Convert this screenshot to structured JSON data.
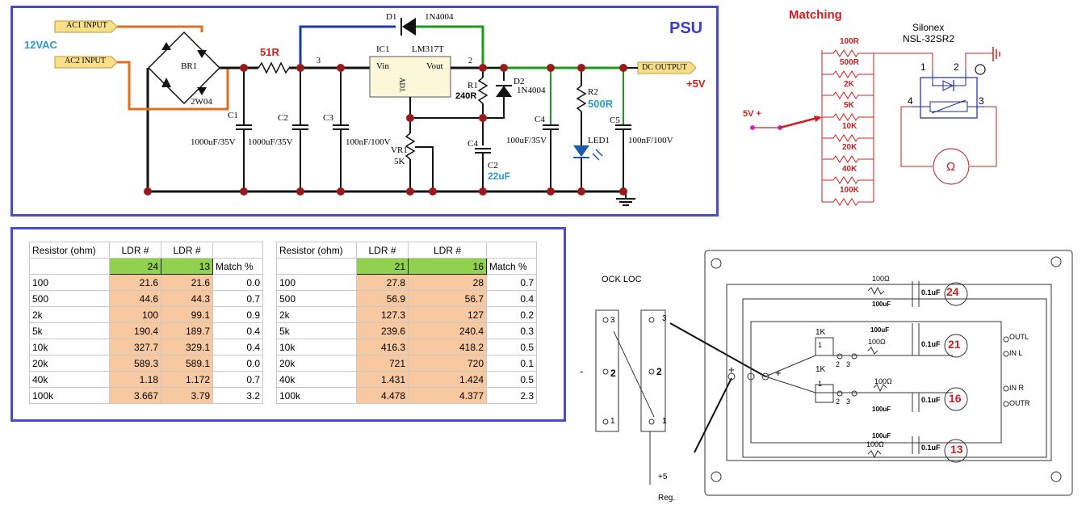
{
  "psu": {
    "title": "PSU",
    "supply_label": "12VAC",
    "ac1_label": "AC1 INPUT",
    "ac2_label": "AC2 INPUT",
    "bridge_label": "BR1",
    "bridge_part": "2W04",
    "series_resistor": "51R",
    "node_3": "3",
    "node_2": "2",
    "c1_name": "C1",
    "c1_value": "1000uF/35V",
    "c2_name": "C2",
    "c2_value": "1000uF/35V",
    "c3_name": "C3",
    "c3_value": "100nF/100V",
    "ic_name": "IC1",
    "ic_part": "LM317T",
    "ic_vin": "Vin",
    "ic_vout": "Vout",
    "ic_adj": "ADJ.",
    "d1_name": "D1",
    "d1_part": "1N4004",
    "r1_name": "R1",
    "r1_value": "240R",
    "d2_name": "D2",
    "d2_part": "1N4004",
    "vr1_name": "VR1",
    "vr1_value": "5K",
    "c4a_name": "C4",
    "c4a_alt": "C2",
    "c4a_value": "22uF",
    "c4b_name": "C4",
    "c4b_value": "100uF/35V",
    "r2_name": "R2",
    "r2_value": "500R",
    "led_name": "LED1",
    "c5_name": "C5",
    "c5_value": "100nF/100V",
    "output_label": "DC OUTPUT",
    "output_voltage": "+5V"
  },
  "matching": {
    "title": "Matching",
    "supply": "5V +",
    "resistors": [
      "100R",
      "500R",
      "2K",
      "5K",
      "10K",
      "20K",
      "40K",
      "100K"
    ],
    "device_brand": "Silonex",
    "device_part": "NSL-32SR2",
    "pins": [
      "1",
      "2",
      "4",
      "3"
    ],
    "meter_symbol": "Ω"
  },
  "tables": [
    {
      "headers": [
        "Resistor (ohm)",
        "LDR #",
        "LDR #",
        ""
      ],
      "ldr_ids": [
        "24",
        "13"
      ],
      "match_header": "Match %",
      "rows": [
        [
          "100",
          "21.6",
          "21.6",
          "0.0"
        ],
        [
          "500",
          "44.6",
          "44.3",
          "0.7"
        ],
        [
          "2k",
          "100",
          "99.1",
          "0.9"
        ],
        [
          "5k",
          "190.4",
          "189.7",
          "0.4"
        ],
        [
          "10k",
          "327.7",
          "329.1",
          "0.4"
        ],
        [
          "20k",
          "589.3",
          "589.1",
          "0.0"
        ],
        [
          "40k",
          "1.18",
          "1.172",
          "0.7"
        ],
        [
          "100k",
          "3.667",
          "3.79",
          "3.2"
        ]
      ]
    },
    {
      "headers": [
        "Resistor (ohm)",
        "LDR #",
        "LDR #",
        ""
      ],
      "ldr_ids": [
        "21",
        "16"
      ],
      "match_header": "Match %",
      "rows": [
        [
          "100",
          "27.8",
          "28",
          "0.7"
        ],
        [
          "500",
          "56.9",
          "56.7",
          "0.4"
        ],
        [
          "2k",
          "127.3",
          "127",
          "0.2"
        ],
        [
          "5k",
          "239.6",
          "240.4",
          "0.3"
        ],
        [
          "10k",
          "416.3",
          "418.2",
          "0.5"
        ],
        [
          "20k",
          "721",
          "720",
          "0.1"
        ],
        [
          "40k",
          "1.431",
          "1.424",
          "0.5"
        ],
        [
          "100k",
          "4.478",
          "4.377",
          "2.3"
        ]
      ]
    }
  ],
  "sketch": {
    "note": "OCK LOC",
    "switch_pins": [
      "3",
      "2",
      "1",
      "3",
      "2",
      "1"
    ],
    "supply_note": "+5",
    "supply_note2": "Reg.",
    "plus": "+",
    "minus": "-",
    "ldr_ids": [
      "24",
      "21",
      "16",
      "13"
    ],
    "res_100": "100Ω",
    "res_1k": "1K",
    "cap_100uf": "100uF",
    "cap_01uf": "0.1uF",
    "pot_pins": [
      "1",
      "2",
      "3"
    ],
    "out_l": "OUTL",
    "in_l": "IN L",
    "in_r": "IN R",
    "out_r": "OUTR"
  },
  "colors": {
    "frame": "#4a4ad0",
    "wire_black": "#111111",
    "wire_green": "#1a9a1a",
    "wire_orange": "#e07020",
    "label_red": "#cc2020",
    "label_cyan": "#2a9ad0",
    "junction": "#9a1a1a",
    "table_orange": "#f8c8a0",
    "table_green": "#92d050"
  }
}
